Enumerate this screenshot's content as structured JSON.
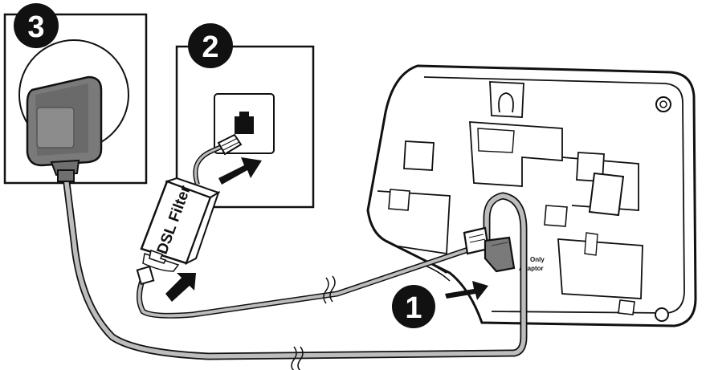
{
  "diagram": {
    "steps": [
      {
        "label": "1",
        "target": "telephone-line-cord-into-base"
      },
      {
        "label": "2",
        "target": "dsl-filter-into-wall-jack"
      },
      {
        "label": "3",
        "target": "power-adapter-into-outlet"
      }
    ],
    "filter_label": "DSL Filter",
    "base_text_line1": "Only",
    "base_text_line2": "Adaptor"
  },
  "colors": {
    "outline": "#111111",
    "adapter": "#7a7a7a",
    "adapter_dark": "#5c5c5c",
    "cord": "#b9b9b9",
    "badge": "#111111",
    "background": "#ffffff"
  }
}
